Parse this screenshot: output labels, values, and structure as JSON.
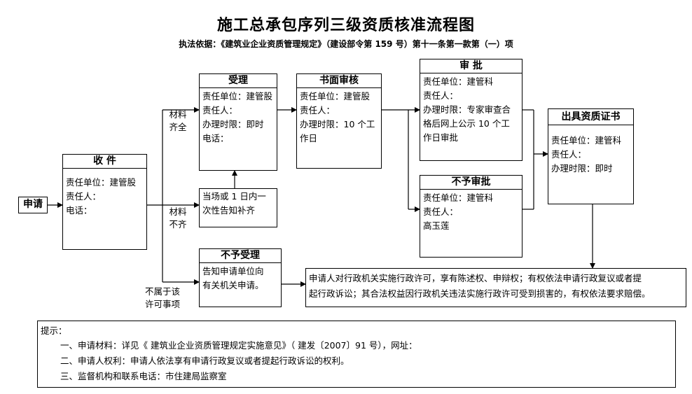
{
  "title": "施工总承包序列三级资质核准流程图",
  "subtitle": "执法依据：《建筑业企业资质管理规定》（建设部令第 159 号）第十一条第一款第（一）项",
  "nodes": {
    "apply": "申请",
    "receive": {
      "title": "收 件",
      "lines": [
        "责任单位：建管股",
        "责任人：",
        "电话："
      ]
    },
    "accept": {
      "title": "受理",
      "lines": [
        "责任单位：建管股",
        "责任人：",
        "办理时限：即时",
        "电话："
      ]
    },
    "written_review": {
      "title": "书面审核",
      "lines": [
        "责任单位：建管股",
        "责任人：",
        "办理时限：10 个工",
        "作日"
      ]
    },
    "approve": {
      "title": "审 批",
      "lines": [
        "责任单位：建管科",
        "责任人：",
        "办理时限：专家审查合",
        "格后网上公示 10 个工",
        "作日审批"
      ]
    },
    "reject_approval": {
      "title": "不予审批",
      "lines": [
        "责任单位：建管科",
        "责任人：",
        "高玉莲"
      ]
    },
    "issue_cert": {
      "title": "出具资质证书",
      "lines": [
        "责任单位：建管科",
        "责任人：",
        "办理时限：即时"
      ]
    },
    "supplement": {
      "lines": [
        "当场或 1 日内一",
        "次性告知补齐"
      ]
    },
    "reject_accept": {
      "title": "不予受理",
      "lines": [
        "告知申请单位向",
        "有关机关申请。"
      ]
    },
    "rights": {
      "lines": [
        "申请人对行政机关实施行政许可，享有陈述权、申辩权；有权依法申请行政复议或者提",
        "起行政诉讼；其合法权益因行政机关违法实施行政许可受到损害的，有权依法要求赔偿。"
      ]
    }
  },
  "edge_labels": {
    "complete": [
      "材料",
      "齐全"
    ],
    "incomplete": [
      "材料",
      "不齐"
    ],
    "not_applicable": [
      "不属于该",
      "许可事项"
    ]
  },
  "notes": {
    "heading": "提示：",
    "items": [
      "一、申请材料：详见《        建筑业企业资质管理规定实施意见》（   建发〔2007〕91 号），网址：",
      "二、申请人权利：申请人依法享有申请行政复议或者提起行政诉讼的权利。",
      "三、监督机构和联系电话：市住建局监察室"
    ]
  }
}
